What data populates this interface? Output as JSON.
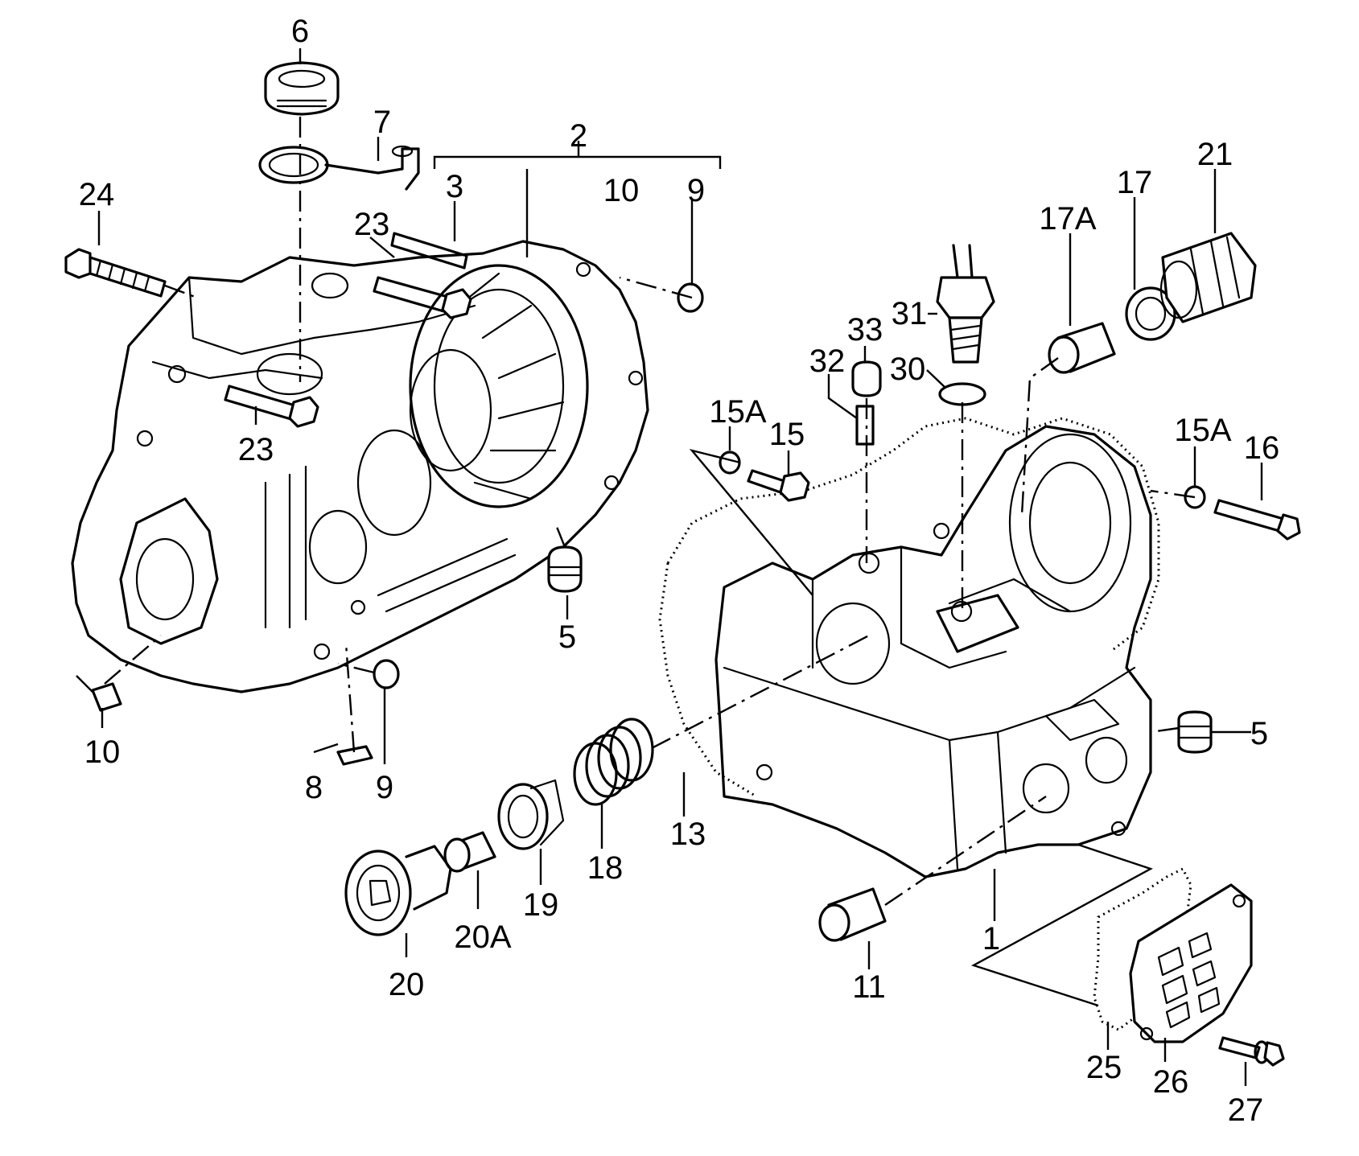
{
  "diagram": {
    "callouts": {
      "c6": "6",
      "c7": "7",
      "c2": "2",
      "c3": "3",
      "c10a": "10",
      "c9a": "9",
      "c24": "24",
      "c23a": "23",
      "c23b": "23",
      "c5a": "5",
      "c10b": "10",
      "c8": "8",
      "c9b": "9",
      "c21": "21",
      "c17": "17",
      "c17A": "17A",
      "c31": "31",
      "c33": "33",
      "c32": "32",
      "c30": "30",
      "c15Aa": "15A",
      "c15": "15",
      "c15Ab": "15A",
      "c16": "16",
      "c5b": "5",
      "c13": "13",
      "c18": "18",
      "c19": "19",
      "c20A": "20A",
      "c20": "20",
      "c11": "11",
      "c1": "1",
      "c25": "25",
      "c26": "26",
      "c27": "27"
    }
  }
}
